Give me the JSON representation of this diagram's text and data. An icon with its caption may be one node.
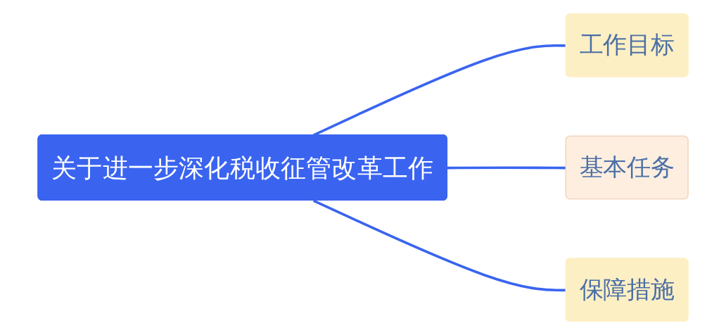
{
  "diagram": {
    "nodes": [
      {
        "text": [
          "关于进一步深化税收征管改革工作"
        ]
      },
      {
        "text": [
          "工作目标"
        ]
      },
      {
        "text": [
          "基本任务"
        ]
      },
      {
        "text": [
          "保障措施"
        ]
      }
    ],
    "edges": [
      {
        "from": 0,
        "to": 1,
        "arrow": "none"
      },
      {
        "from": 0,
        "to": 2,
        "arrow": "none"
      },
      {
        "from": 0,
        "to": 3,
        "arrow": "none"
      }
    ]
  }
}
